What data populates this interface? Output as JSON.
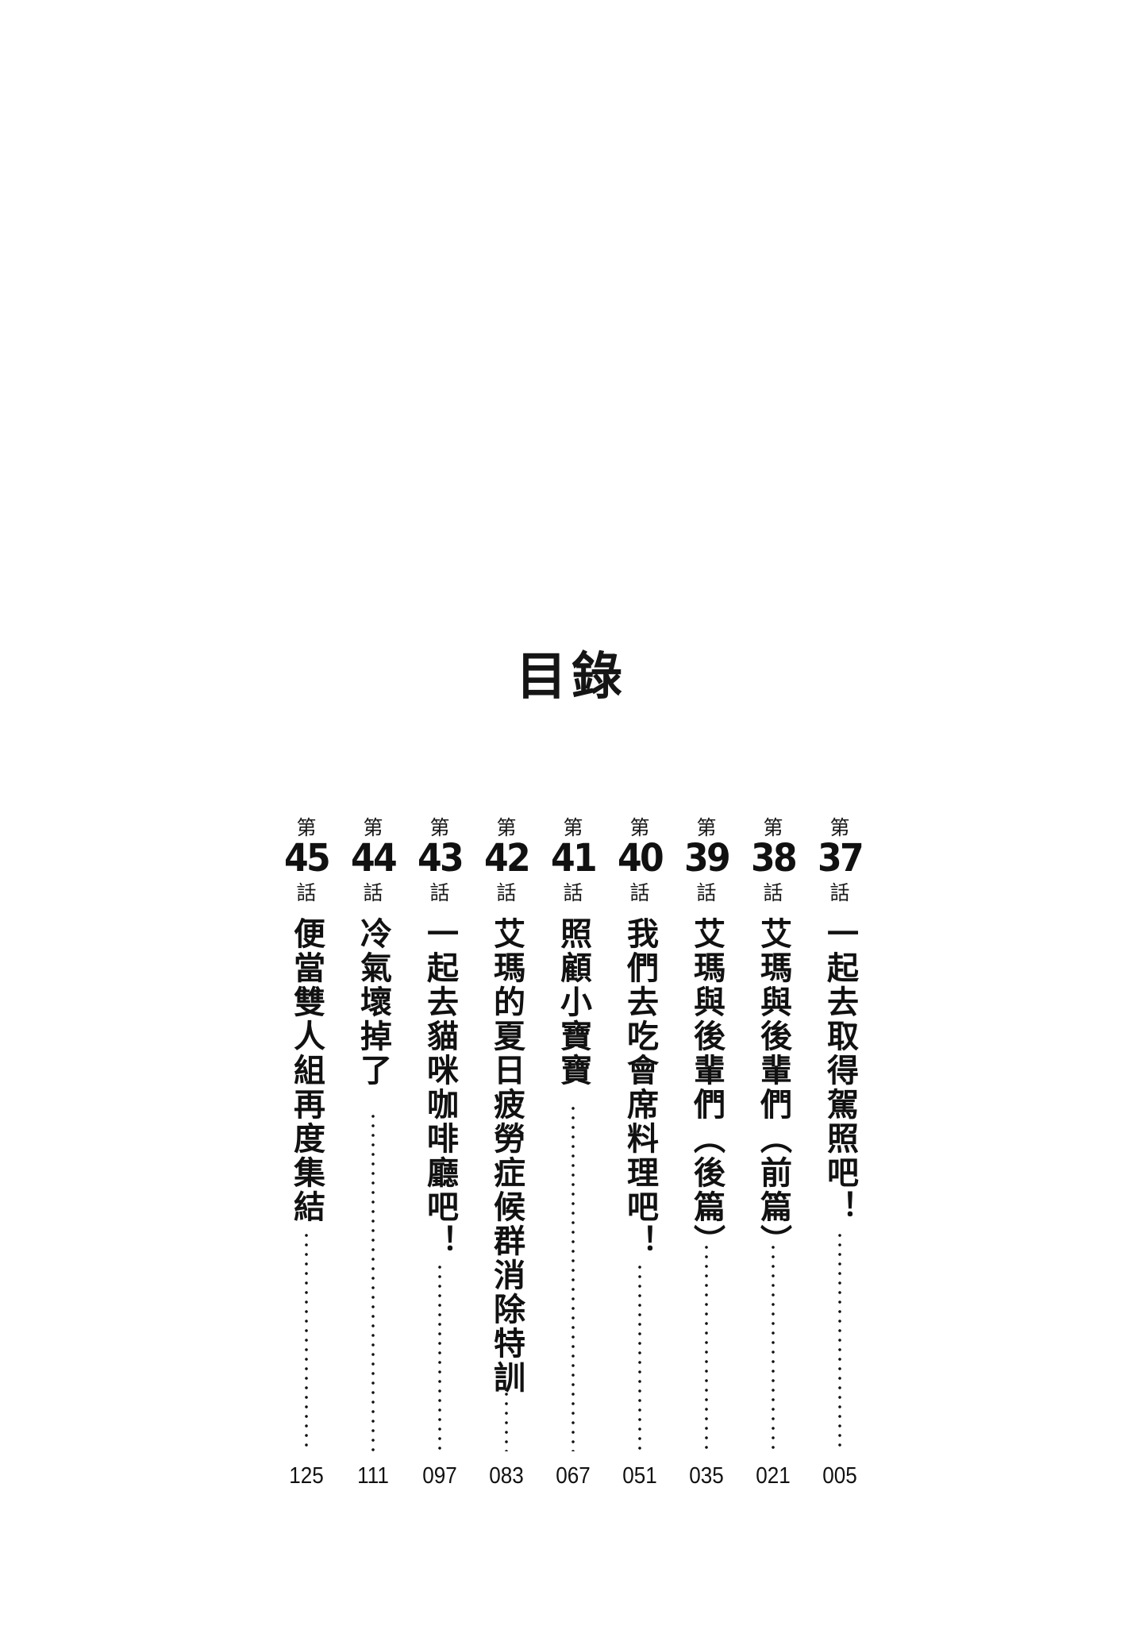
{
  "page": {
    "title": "目錄",
    "background": "#ffffff",
    "text_color": "#111111"
  },
  "toc": {
    "prefix": "第",
    "suffix": "話",
    "chapters": [
      {
        "number": "37",
        "title": "一起去取得駕照吧！",
        "page": "005"
      },
      {
        "number": "38",
        "title": "艾瑪與後輩們（前篇）",
        "page": "021"
      },
      {
        "number": "39",
        "title": "艾瑪與後輩們（後篇）",
        "page": "035"
      },
      {
        "number": "40",
        "title": "我們去吃會席料理吧！",
        "page": "051"
      },
      {
        "number": "41",
        "title": "照顧小寶寶",
        "page": "067"
      },
      {
        "number": "42",
        "title": "艾瑪的夏日疲勞症候群消除特訓",
        "page": "083"
      },
      {
        "number": "43",
        "title": "一起去貓咪咖啡廳吧！",
        "page": "097"
      },
      {
        "number": "44",
        "title": "冷氣壞掉了",
        "page": "111"
      },
      {
        "number": "45",
        "title": "便當雙人組再度集結",
        "page": "125"
      }
    ]
  }
}
